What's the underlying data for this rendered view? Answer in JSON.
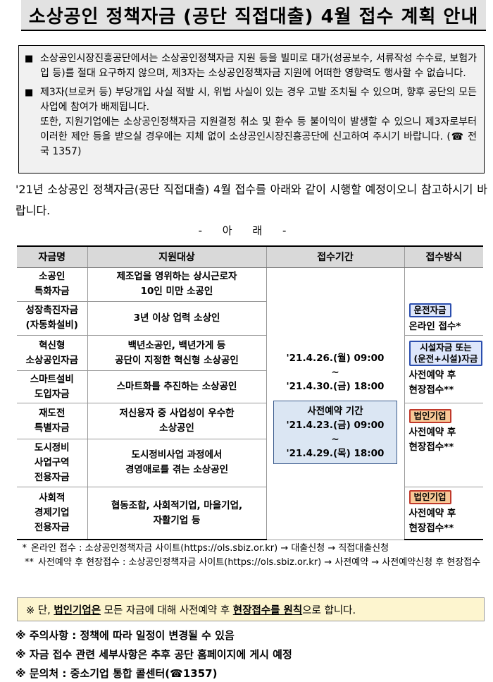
{
  "title": "소상공인 정책자금 (공단 직접대출) 4월 접수 계획 안내",
  "notice": {
    "bullet_icon": "black-square-icon",
    "items": [
      {
        "lines": [
          "소상공인시장진흥공단에서는 소상공인정책자금 지원 등을 빌미로 대가(성공보수, 서류작성 수수료, 보험가입 등)를 절대 요구하지 않으며, 제3자는 소상공인정책자금 지원에 어떠한 영향력도 행사할 수 없습니다."
        ]
      },
      {
        "lines": [
          "제3자(브로커 등) 부당개입 사실 적발 시, 위법 사실이 있는 경우 고발 조치될 수 있으며, 향후 공단의 모든 사업에 참여가 배제됩니다.",
          "또한, 지원기업에는 소상공인정책자금 지원결정 취소 및 환수 등 불이익이 발생할 수 있으니 제3자로부터 이러한 제안 등을 받으실 경우에는 지체 없이 소상공인시장진흥공단에 신고하여 주시기 바랍니다. (☎ 전국 1357)"
        ]
      }
    ]
  },
  "intro": "'21년 소상공인 정책자금(공단 직접대출) 4월 접수를 아래와 같이 시행할 예정이오니 참고하시기 바랍니다.",
  "below_label": "- 아 래 -",
  "table": {
    "headers": [
      "자금명",
      "지원대상",
      "접수기간",
      "접수방식"
    ],
    "rows": [
      {
        "fund": [
          "소공인",
          "특화자금"
        ],
        "target": [
          "제조업을 영위하는 상시근로자",
          "10인 미만 소공인"
        ]
      },
      {
        "fund": [
          "성장촉진자금",
          "(자동화설비)"
        ],
        "target": [
          "3년 이상 업력 소상인"
        ]
      },
      {
        "fund": [
          "혁신형",
          "소상공인자금"
        ],
        "target": [
          "백년소공인, 백년가게 등",
          "공단이 지정한 혁신형 소상공인"
        ]
      },
      {
        "fund": [
          "스마트설비",
          "도입자금"
        ],
        "target": [
          "스마트화를 추진하는 소상공인"
        ]
      },
      {
        "fund": [
          "재도전",
          "특별자금"
        ],
        "target": [
          "저신용자 중 사업성이 우수한",
          "소상공인"
        ]
      },
      {
        "fund": [
          "도시정비",
          "사업구역",
          "전용자금"
        ],
        "target": [
          "도시정비사업 과정에서",
          "경영애로를 겪는 소상공인"
        ]
      },
      {
        "fund": [
          "사회적",
          "경제기업",
          "전용자금"
        ],
        "target": [
          "협동조합, 사회적기업, 마을기업,",
          "자활기업 등"
        ]
      }
    ],
    "period": {
      "start": "'21.4.26.(월) 09:00",
      "tilde": "~",
      "end": "'21.4.30.(금) 18:00",
      "prebook_title": "사전예약 기간",
      "prebook_start": "'21.4.23.(금) 09:00",
      "prebook_tilde": "~",
      "prebook_end": "'21.4.29.(목) 18:00"
    },
    "methods": {
      "m1_tag": "운전자금",
      "m1_text": "온라인 접수*",
      "m2_tag_l1": "시설자금 또는",
      "m2_tag_l2": "(운전+시설)자금",
      "m2_text_l1": "사전예약 후",
      "m2_text_l2": "현장접수**",
      "m3_tag": "법인기업",
      "m3_text_l1": "사전예약 후",
      "m3_text_l2": "현장접수**",
      "m4_tag": "법인기업",
      "m4_text_l1": "사전예약 후",
      "m4_text_l2": "현장접수**"
    }
  },
  "footnotes": [
    {
      "mark": "*",
      "text": "온라인 접수 : 소상공인정책자금 사이트(https://ols.sbiz.or.kr) → 대출신청 → 직접대출신청"
    },
    {
      "mark": "**",
      "text": "사전예약 후 현장접수 : 소상공인정책자금 사이트(https://ols.sbiz.or.kr) → 사전예약 → 사전예약신청 후 현장접수"
    }
  ],
  "highlight": {
    "prefix": "※ 단, ",
    "u1": "법인기업은",
    "mid": " 모든 자금에 대해 사전예약 후 ",
    "u2": "현장접수를 원칙",
    "suffix": "으로 합니다."
  },
  "remarks": [
    "※ 주의사항 : 정책에 따라 일정이 변경될 수 있음",
    "※ 자금 접수 관련 세부사항은 추후 공단 홈페이지에 게시 예정",
    "※ 문의처 : 중소기업 통합 콜센터(☎1357)"
  ]
}
